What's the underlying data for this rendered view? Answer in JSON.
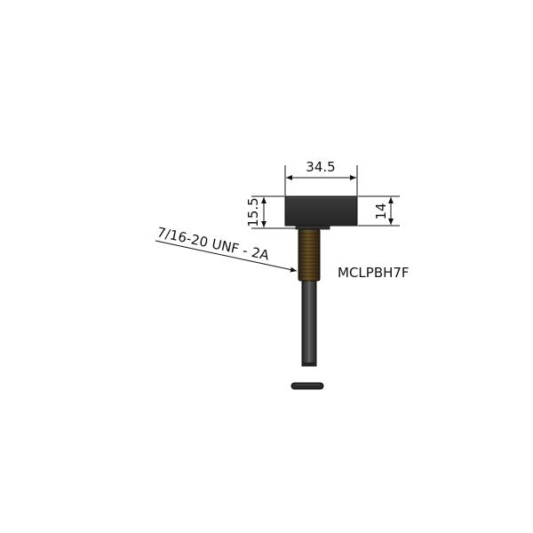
{
  "drawing": {
    "dimensions": {
      "head_width": "34.5",
      "head_height_left": "15.5",
      "head_height_right": "14"
    },
    "thread_callout": "7/16-20 UNF - 2A",
    "part_number": "MCLPBH7F"
  },
  "colors": {
    "line": "#111111",
    "head_body": "#2b2b2b",
    "head_top": "#3c3c3c",
    "nut": "#3d2f1a",
    "probe": "#3a3a3a"
  }
}
